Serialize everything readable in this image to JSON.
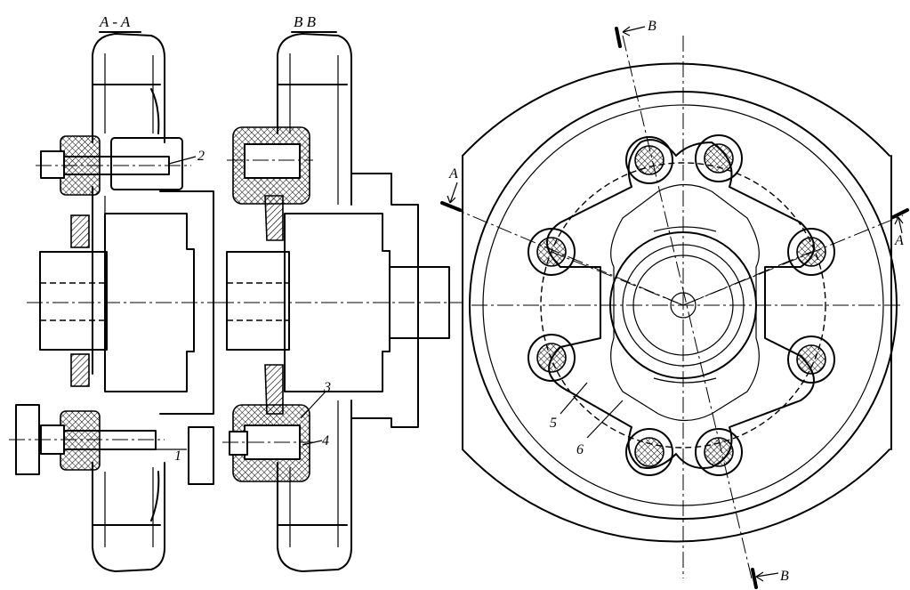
{
  "section_titles": {
    "aa": "A - A",
    "bb": "B  B"
  },
  "cut_markers": {
    "a_left": "A",
    "a_right": "A",
    "b_top": "B",
    "b_bottom": "B"
  },
  "callouts": [
    "1",
    "2",
    "3",
    "4",
    "5",
    "6"
  ]
}
